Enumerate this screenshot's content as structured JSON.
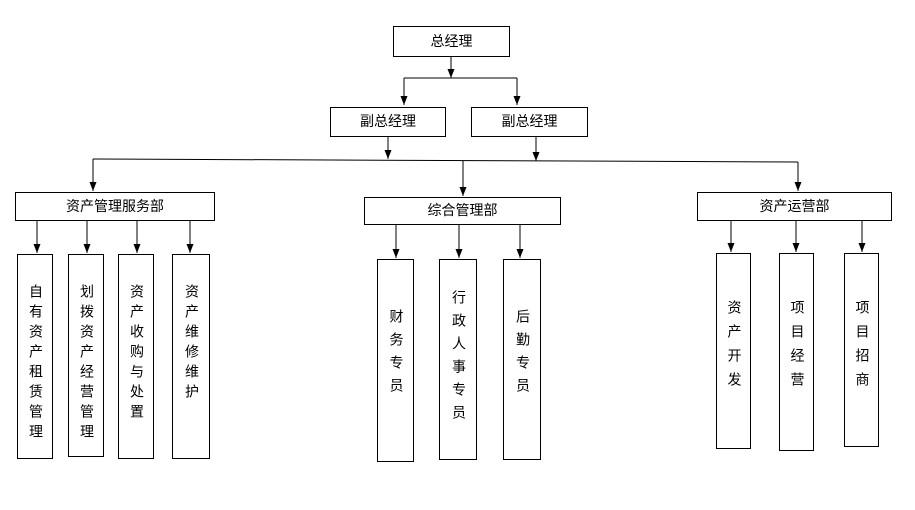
{
  "top": {
    "label": "总经理"
  },
  "deputies": [
    {
      "label": "副总经理"
    },
    {
      "label": "副总经理"
    }
  ],
  "departments": [
    {
      "label": "资产管理服务部",
      "units": [
        "自有资产租赁管理",
        "划拨资产经营管理",
        "资产收购与处置",
        "资产维修维护"
      ]
    },
    {
      "label": "综合管理部",
      "units": [
        "财务专员",
        "行政人事专员",
        "后勤专员"
      ]
    },
    {
      "label": "资产运营部",
      "units": [
        "资产开发",
        "项目经营",
        "项目招商"
      ]
    }
  ],
  "colors": {
    "line": "#000000",
    "box_border": "#000000",
    "background": "#ffffff"
  }
}
